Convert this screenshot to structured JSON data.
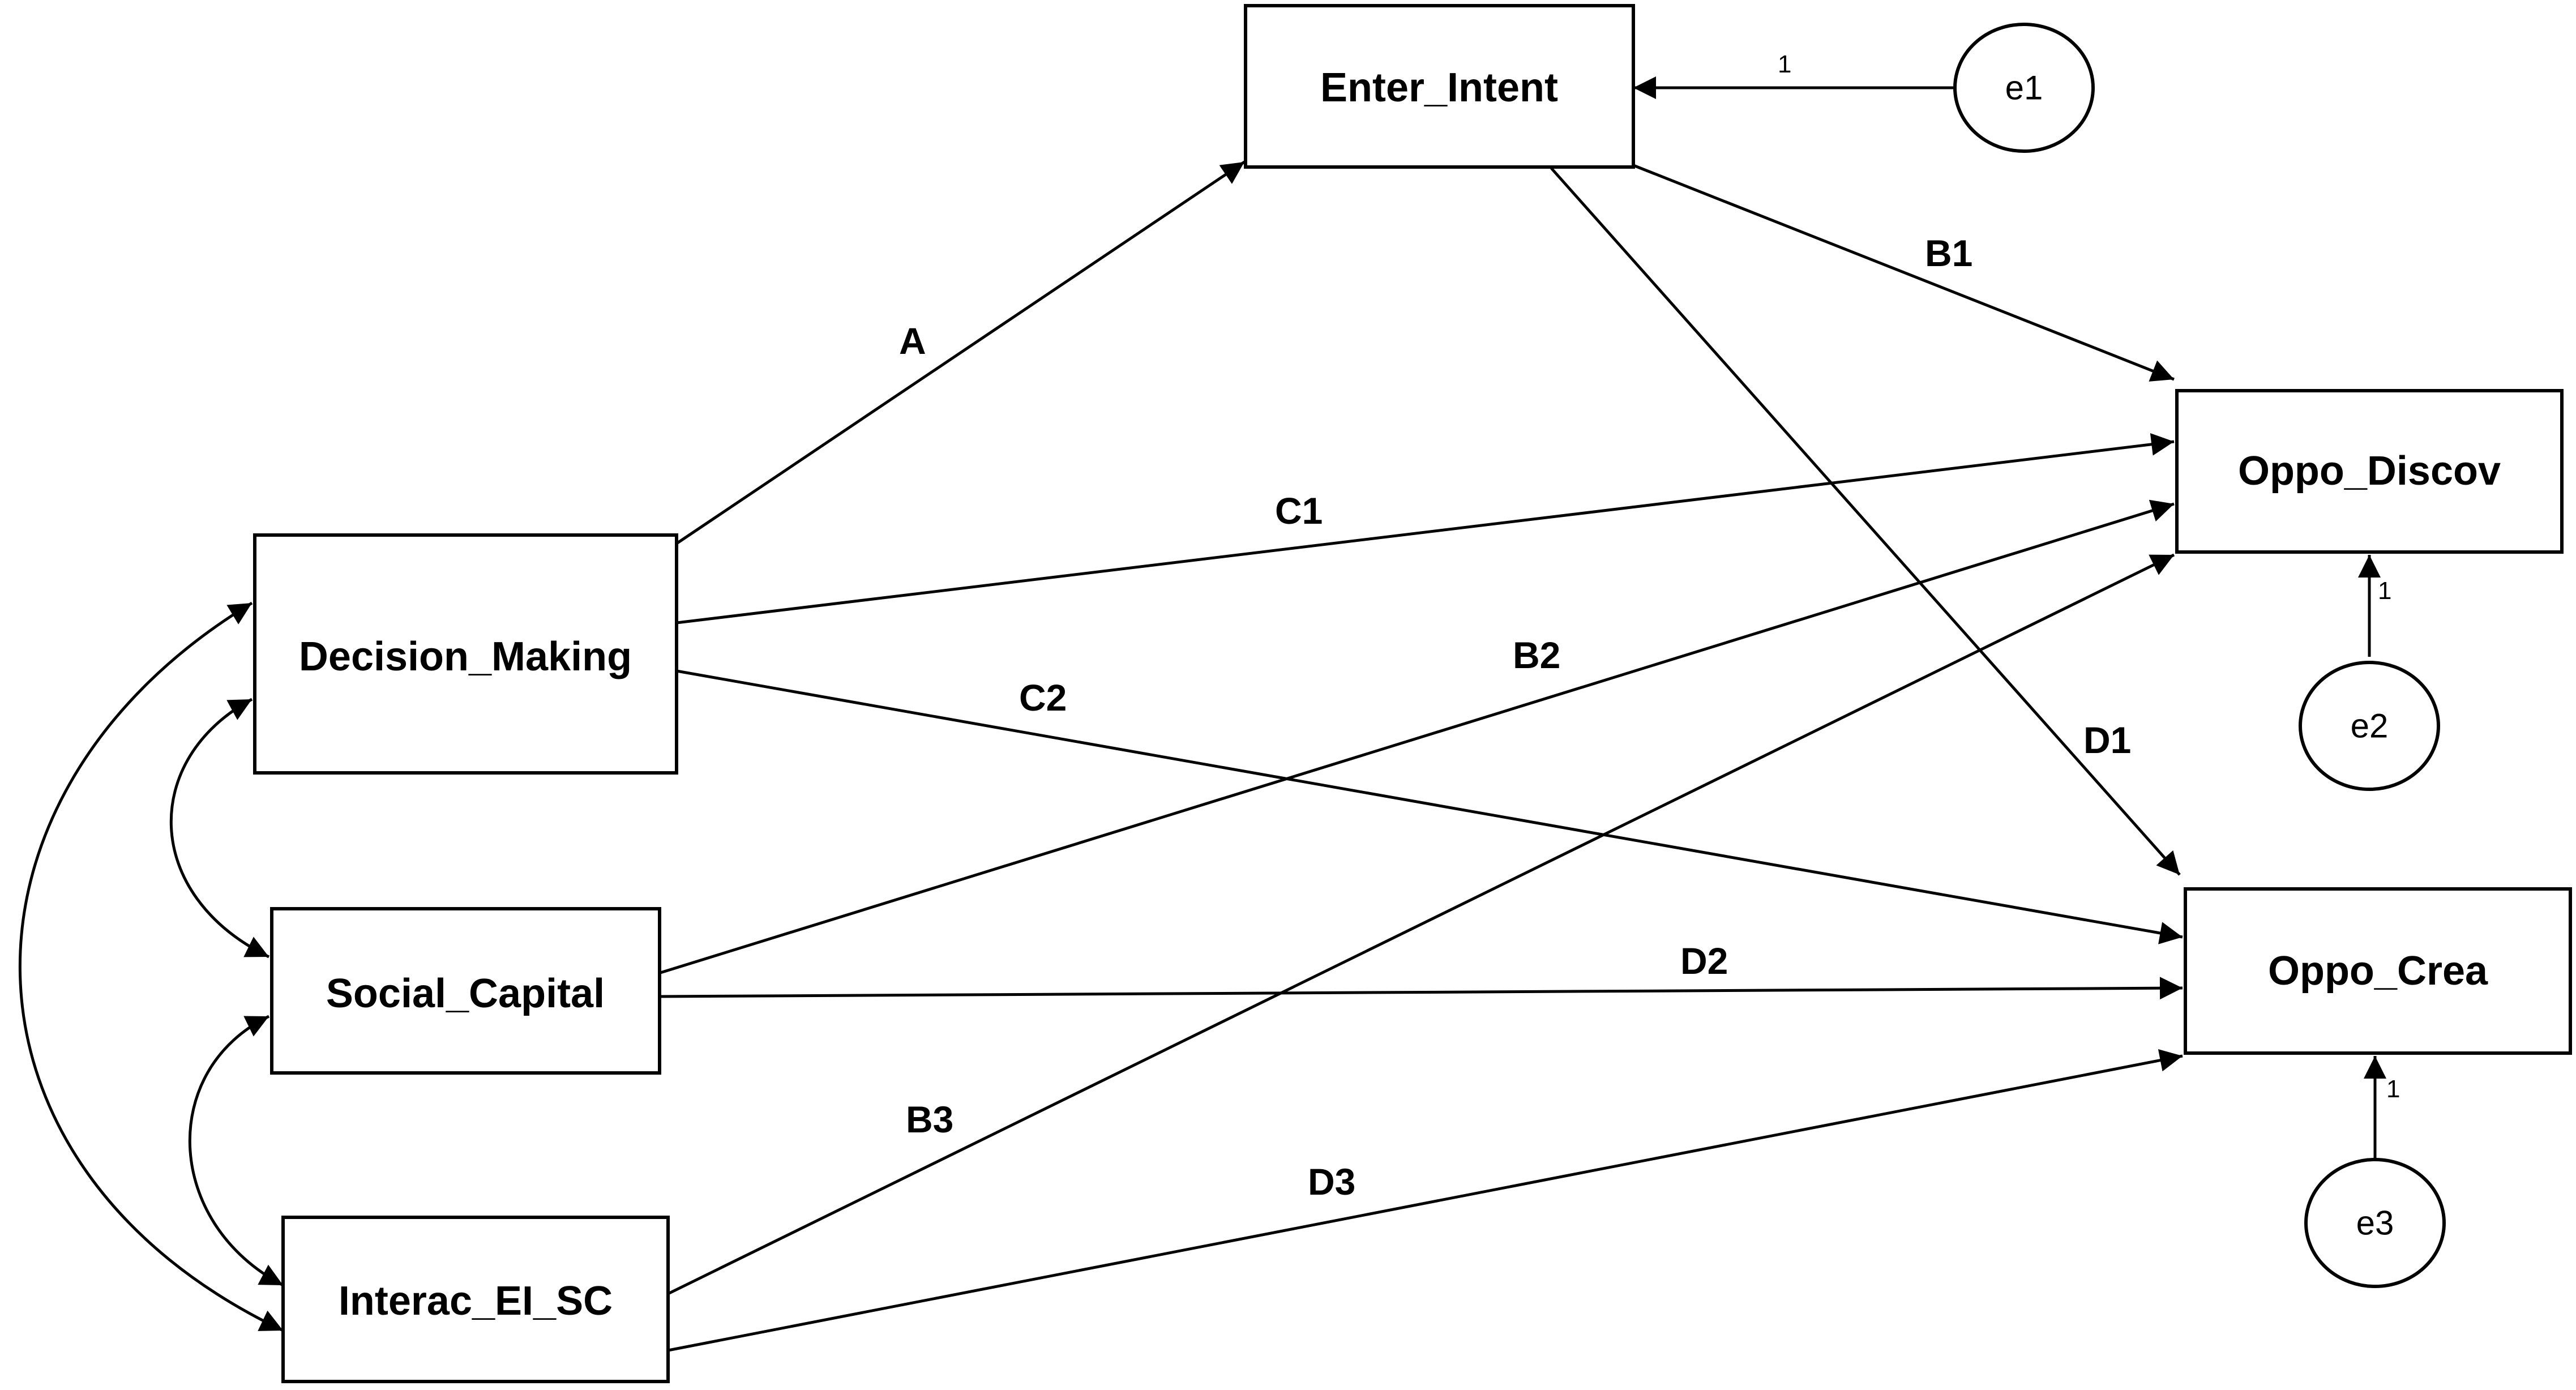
{
  "variables": {
    "enter_intent": "Enter_Intent",
    "decision_making": "Decision_Making",
    "social_capital": "Social_Capital",
    "interac_ei_sc": "Interac_EI_SC",
    "oppo_discov": "Oppo_Discov",
    "oppo_crea": "Oppo_Crea"
  },
  "errors": {
    "e1": "e1",
    "e2": "e2",
    "e3": "e3"
  },
  "path_labels": {
    "A": "A",
    "B1": "B1",
    "B2": "B2",
    "B3": "B3",
    "C1": "C1",
    "C2": "C2",
    "D1": "D1",
    "D2": "D2",
    "D3": "D3"
  },
  "error_weights": {
    "e1": "1",
    "e2": "1",
    "e3": "1"
  }
}
